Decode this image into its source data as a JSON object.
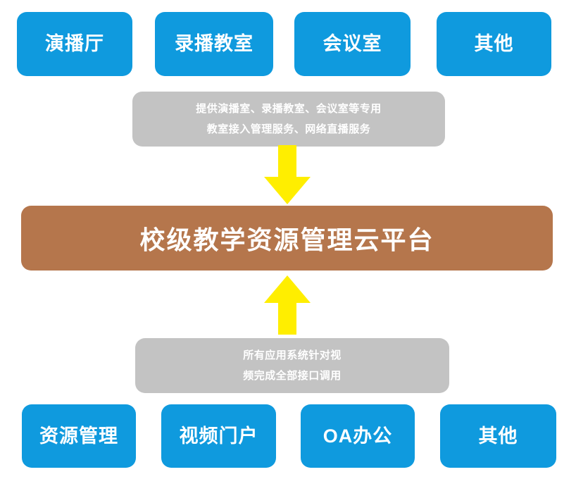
{
  "diagram": {
    "title_node": {
      "label": "校级教学资源管理云平台",
      "color": "#b5764c"
    },
    "accent_colors": {
      "node_blue": "#0f9ade",
      "note_gray": "#c3c3c3",
      "arrow_yellow": "#ffee00",
      "platform_brown": "#b5764c",
      "background": "#ffffff"
    },
    "top_row": {
      "nodes": [
        {
          "label": "演播厅"
        },
        {
          "label": "录播教室"
        },
        {
          "label": "会议室"
        },
        {
          "label": "其他"
        }
      ]
    },
    "bottom_row": {
      "nodes": [
        {
          "label": "资源管理"
        },
        {
          "label": "视频门户"
        },
        {
          "label": "OA办公"
        },
        {
          "label": "其他"
        }
      ]
    },
    "note_top": {
      "line1": "提供演播室、录播教室、会议室等专用",
      "line2": "教室接入管理服务、网络直播服务"
    },
    "note_bottom": {
      "line1": "所有应用系统针对视",
      "line2": "频完成全部接口调用"
    },
    "arrows": [
      {
        "name": "arrow-down-icon",
        "direction": "down"
      },
      {
        "name": "arrow-up-icon",
        "direction": "up"
      }
    ]
  }
}
